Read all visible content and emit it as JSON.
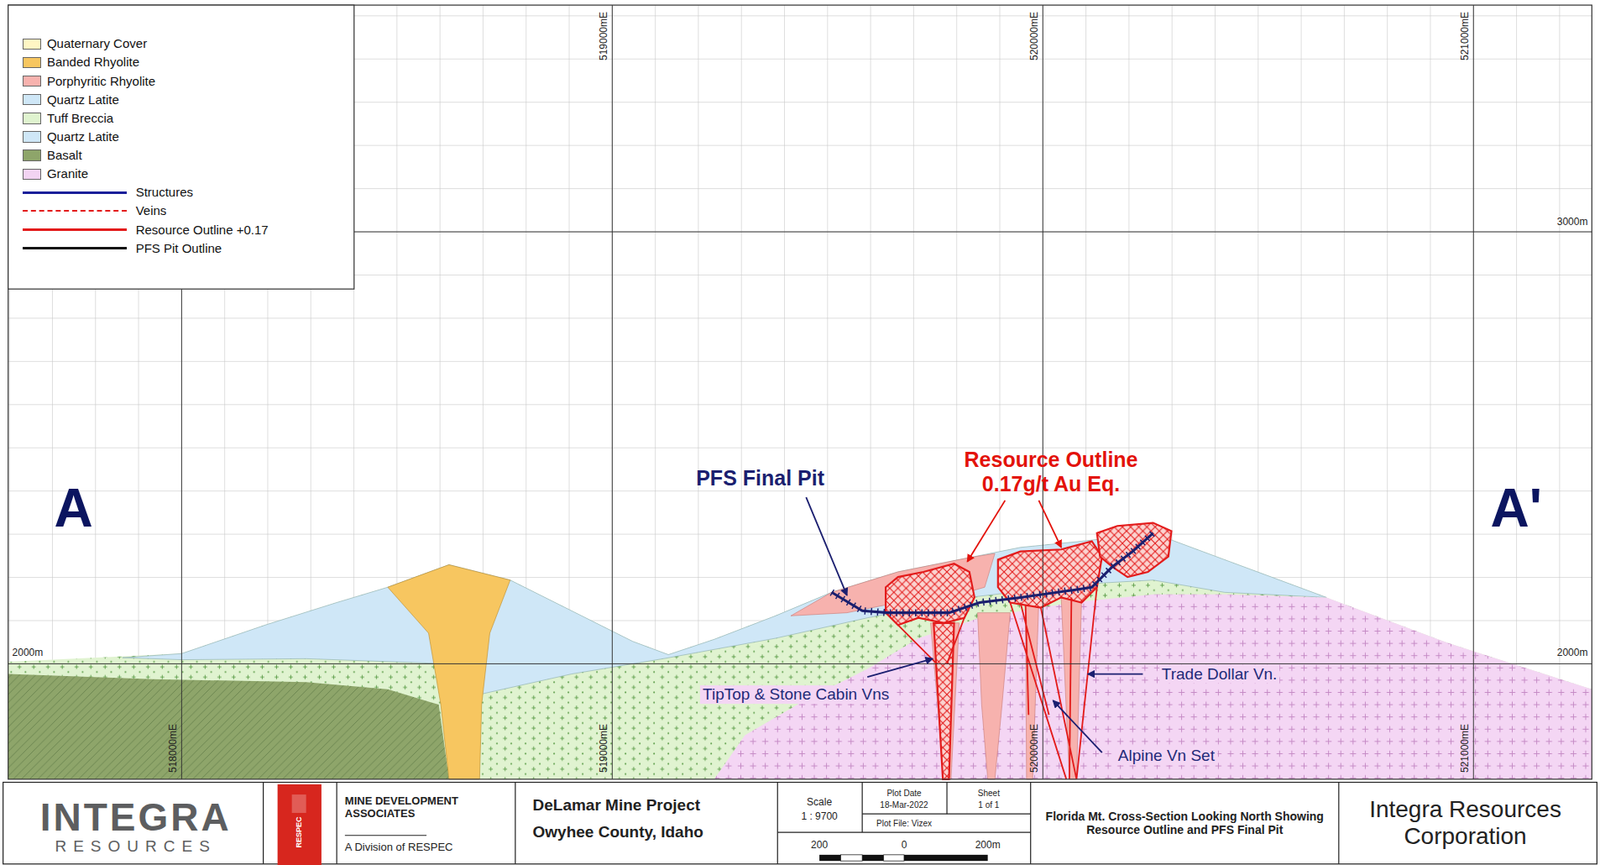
{
  "diagram": {
    "title": "Florida Mt. Cross-Section Looking North Showing Resource Outline and PFS Final Pit",
    "labels": [
      "519000mE",
      "520000mE",
      "521000mE",
      "3000m",
      "2000m",
      "2000m",
      "518000mE",
      "519000mE",
      "520000mE",
      "521000mE",
      "A",
      "A'",
      "PFS Final Pit",
      "Resource Outline 0.17g/t Au Eq.",
      "TipTop & Stone Cabin Vns",
      "Trade Dollar Vn.",
      "Alpine Vn Set",
      "INTEGRA",
      "RESOURCES",
      "RESPEC",
      "MINE DEVELOPMENT ASSOCIATES",
      "A Division of RESPEC",
      "DeLamar Mine Project",
      "Owyhee County, Idaho",
      "Scale",
      "1 : 9700",
      "Plot Date",
      "18-Mar-2022",
      "Sheet",
      "1 of 1",
      "Plot File: Vizex",
      "200",
      "0",
      "200m",
      "Integra Resources Corporation"
    ],
    "legend": [
      {
        "text": "Quaternary Cover",
        "color": "#fff6c4"
      },
      {
        "text": "Banded Rhyolite",
        "color": "#f7c660"
      },
      {
        "text": "Porphyritic Rhyolite",
        "color": "#f7b2ae"
      },
      {
        "text": "Quartz Latite",
        "color": "#cfe7f7"
      },
      {
        "text": "Tuff Breccia",
        "color": "#dff3cf"
      },
      {
        "text": "Quartz Latite",
        "color": "#cfe7f7"
      },
      {
        "text": "Basalt",
        "color": "#8ea56a"
      },
      {
        "text": "Granite",
        "color": "#f2d3f2"
      },
      {
        "text": "Structures"
      },
      {
        "text": "Veins"
      },
      {
        "text": "Resource Outline +0.17"
      },
      {
        "text": "PFS Pit Outline"
      }
    ]
  }
}
